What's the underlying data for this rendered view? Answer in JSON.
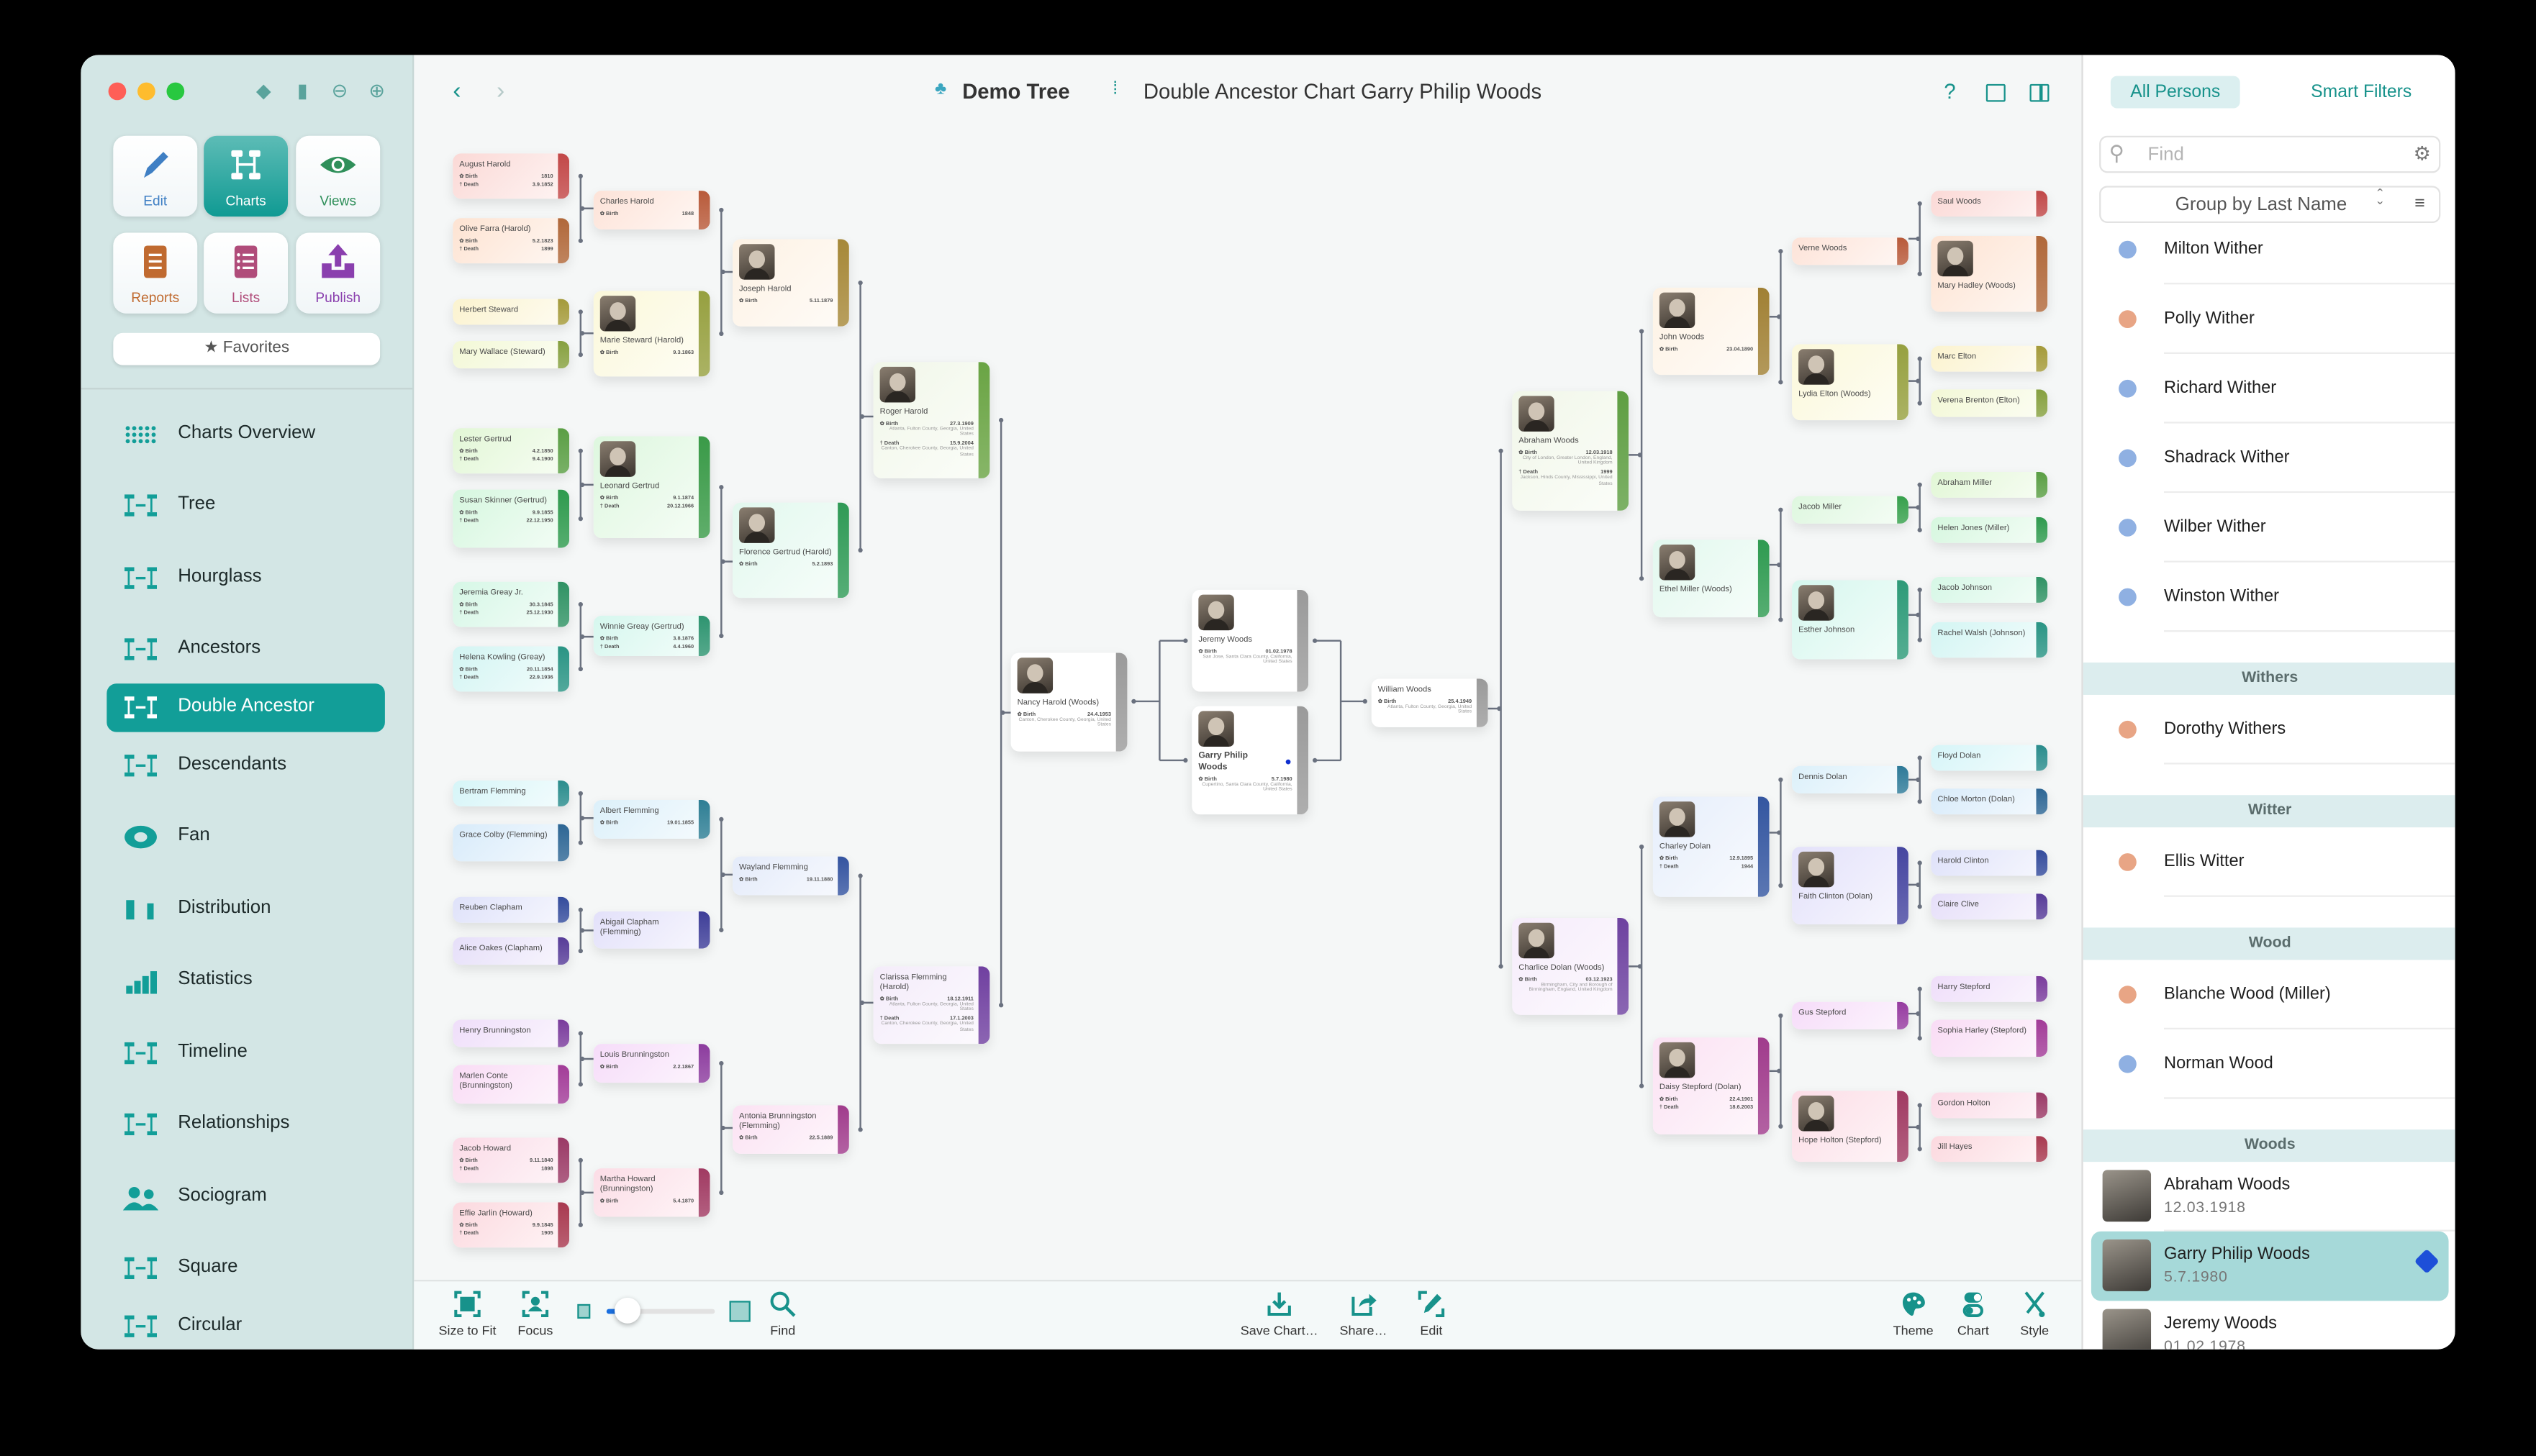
{
  "window": {
    "traffic_lights": [
      "#fe5f57",
      "#febc2e",
      "#28c840"
    ],
    "toolbar_icons": [
      "tag-icon",
      "bookmark-icon",
      "history-icon",
      "add-tree-icon"
    ]
  },
  "sidebar": {
    "buttons": [
      {
        "label": "Edit",
        "icon": "pencil-icon",
        "color": "#3f7fc4"
      },
      {
        "label": "Charts",
        "icon": "charts-icon",
        "color": "#ffffff"
      },
      {
        "label": "Views",
        "icon": "eye-icon",
        "color": "#2f8f5a"
      },
      {
        "label": "Reports",
        "icon": "report-icon",
        "color": "#c06a30"
      },
      {
        "label": "Lists",
        "icon": "list-icon",
        "color": "#b04c7a"
      },
      {
        "label": "Publish",
        "icon": "upload-icon",
        "color": "#8a3fae"
      }
    ],
    "favorites_label": "Favorites",
    "nav": [
      {
        "label": "Charts Overview",
        "icon": "grid-icon"
      },
      {
        "label": "Tree",
        "icon": "tree-icon"
      },
      {
        "label": "Hourglass",
        "icon": "hourglass-icon"
      },
      {
        "label": "Ancestors",
        "icon": "ancestors-icon"
      },
      {
        "label": "Double Ancestor",
        "icon": "double-ancestor-icon",
        "selected": true
      },
      {
        "label": "Descendants",
        "icon": "descendants-icon"
      },
      {
        "label": "Fan",
        "icon": "fan-icon"
      },
      {
        "label": "Distribution",
        "icon": "distribution-icon"
      },
      {
        "label": "Statistics",
        "icon": "statistics-icon"
      },
      {
        "label": "Timeline",
        "icon": "timeline-icon"
      },
      {
        "label": "Relationships",
        "icon": "relationships-icon"
      },
      {
        "label": "Sociogram",
        "icon": "sociogram-icon"
      },
      {
        "label": "Square",
        "icon": "square-icon"
      },
      {
        "label": "Circular",
        "icon": "circular-icon"
      }
    ],
    "accent": "#129e98"
  },
  "header": {
    "tree_name": "Demo Tree",
    "chart_title": "Double Ancestor Chart Garry Philip Woods",
    "help": "?"
  },
  "tree": {
    "labels": {
      "birth": "✿ Birth",
      "death": "† Death"
    },
    "people": [
      {
        "id": "ah",
        "name": "August Harold",
        "birth": "1810",
        "death": "3.9.1852",
        "color": "#c24848",
        "tint": "#fbd9d6"
      },
      {
        "id": "of",
        "name": "Olive Farra (Harold)",
        "birth": "5.2.1823",
        "death": "1899",
        "color": "#b0683a",
        "tint": "#fde3d2"
      },
      {
        "id": "hs",
        "name": "Herbert Steward",
        "color": "#a49a3a",
        "tint": "#fbf3cf"
      },
      {
        "id": "mw",
        "name": "Mary Wallace (Steward)",
        "color": "#86a040",
        "tint": "#f3f8d6"
      },
      {
        "id": "lg",
        "name": "Lester Gertrud",
        "birth": "4.2.1850",
        "death": "9.4.1900",
        "color": "#5a9e44",
        "tint": "#e2f7d6"
      },
      {
        "id": "ss",
        "name": "Susan Skinner (Gertrud)",
        "birth": "9.9.1855",
        "death": "22.12.1950",
        "color": "#2f9a4e",
        "tint": "#d6f7df"
      },
      {
        "id": "jg",
        "name": "Jeremia Greay Jr.",
        "birth": "30.3.1845",
        "death": "25.12.1930",
        "color": "#309264",
        "tint": "#d6f7e6"
      },
      {
        "id": "hk",
        "name": "Helena Kowling (Greay)",
        "birth": "20.11.1854",
        "death": "22.9.1936",
        "color": "#2a9484",
        "tint": "#d3f5f3"
      },
      {
        "id": "bf",
        "name": "Bertram Flemming",
        "color": "#2a8c8c",
        "tint": "#d6f5f8"
      },
      {
        "id": "gc",
        "name": "Grace Colby (Flemming)",
        "color": "#2e6694",
        "tint": "#d8ebfa"
      },
      {
        "id": "rc",
        "name": "Reuben Clapham",
        "color": "#344c9c",
        "tint": "#dfe2fa"
      },
      {
        "id": "ao",
        "name": "Alice Oakes (Clapham)",
        "color": "#573c98",
        "tint": "#e6dff9"
      },
      {
        "id": "hb",
        "name": "Henry Brunningston",
        "color": "#7a3c9c",
        "tint": "#efdefa"
      },
      {
        "id": "mc",
        "name": "Marlen Conte (Brunningston)",
        "color": "#a23c98",
        "tint": "#f9dcf5"
      },
      {
        "id": "jh",
        "name": "Jacob Howard",
        "birth": "9.11.1840",
        "death": "1898",
        "color": "#9a3a66",
        "tint": "#fbdbe7"
      },
      {
        "id": "ej",
        "name": "Effie Jarlin (Howard)",
        "birth": "9.9.1845",
        "death": "1905",
        "color": "#a83a50",
        "tint": "#fcd9df"
      },
      {
        "id": "ch",
        "name": "Charles Harold",
        "birth": "1848",
        "color": "#b85a3a",
        "tint": "#fde3d8"
      },
      {
        "id": "ms",
        "name": "Marie Steward (Harold)",
        "birth": "9.3.1863",
        "photo": true,
        "color": "#96a040",
        "tint": "#fbf8da"
      },
      {
        "id": "lgt",
        "name": "Leonard Gertrud",
        "birth": "9.1.1874",
        "death": "20.12.1966",
        "photo": true,
        "color": "#3a9a48",
        "tint": "#def7df"
      },
      {
        "id": "wg",
        "name": "Winnie Greay (Gertrud)",
        "birth": "3.8.1876",
        "death": "4.4.1960",
        "color": "#2e9470",
        "tint": "#d6f7ee"
      },
      {
        "id": "af",
        "name": "Albert Flemming",
        "birth": "19.01.1855",
        "color": "#2e7e94",
        "tint": "#dcf0fa"
      },
      {
        "id": "ac",
        "name": "Abigail Clapham (Flemming)",
        "color": "#3e3e98",
        "tint": "#e3e1fa"
      },
      {
        "id": "lb",
        "name": "Louis Brunningston",
        "birth": "2.2.1867",
        "color": "#8c3c9e",
        "tint": "#f6dcf9"
      },
      {
        "id": "mh",
        "name": "Martha Howard (Brunningston)",
        "birth": "5.4.1870",
        "color": "#a03a62",
        "tint": "#fcdde6"
      },
      {
        "id": "jo",
        "name": "Joseph Harold",
        "birth": "5.11.1879",
        "photo": true,
        "color": "#a68838",
        "tint": "#fdf2e4"
      },
      {
        "id": "fg",
        "name": "Florence Gertrud (Harold)",
        "birth": "5.2.1893",
        "photo": true,
        "color": "#2f9a56",
        "tint": "#e2f8ee"
      },
      {
        "id": "wf",
        "name": "Wayland Flemming",
        "birth": "19.11.1880",
        "color": "#3454a0",
        "tint": "#e4ebfa"
      },
      {
        "id": "ab",
        "name": "Antonia Brunningston (Flemming)",
        "birth": "22.5.1889",
        "color": "#a03c8c",
        "tint": "#fbe2f3"
      },
      {
        "id": "rh",
        "name": "Roger Harold",
        "birth": "27.3.1909",
        "birth_place": "Atlanta, Fulton County, Georgia, United States",
        "death": "15.9.2004",
        "death_place": "Canton, Cherokee County, Georgia, United States",
        "photo": true,
        "color": "#6aa444",
        "tint": "#f1f7e9"
      },
      {
        "id": "cf",
        "name": "Clarissa Flemming (Harold)",
        "birth": "18.12.1911",
        "birth_place": "Atlanta, Fulton County, Georgia, United States",
        "death": "17.1.2003",
        "death_place": "Canton, Cherokee County, Georgia, United States",
        "color": "#7040a0",
        "tint": "#f4ecfa"
      },
      {
        "id": "nh",
        "name": "Nancy Harold (Woods)",
        "birth": "24.4.1953",
        "birth_place": "Canton, Cherokee County, Georgia, United States",
        "photo": true,
        "color": "#9a9a9a",
        "tint": "#ffffff"
      },
      {
        "id": "jw",
        "name": "Jeremy Woods",
        "birth": "01.02.1978",
        "birth_place": "San Jose, Santa Clara County, California, United States",
        "photo": true,
        "color": "#9a9a9a",
        "tint": "#ffffff"
      },
      {
        "id": "gw",
        "name": "Garry Philip Woods",
        "birth": "5.7.1980",
        "birth_place": "Cupertino, Santa Clara County, California, United States",
        "photo": true,
        "root": true,
        "color": "#9a9a9a",
        "tint": "#ffffff"
      },
      {
        "id": "ww",
        "name": "William Woods",
        "birth": "25.4.1949",
        "birth_place": "Atlanta, Fulton County, Georgia, United States",
        "color": "#9a9a9a",
        "tint": "#ffffff"
      },
      {
        "id": "aw",
        "name": "Abraham Woods",
        "birth": "12.03.1918",
        "birth_place": "City of London, Greater London, England, United Kingdom",
        "death": "1999",
        "death_place": "Jackson, Hinds County, Mississippi, United States",
        "photo": true,
        "color": "#5e9e42",
        "tint": "#f1f7e9"
      },
      {
        "id": "cd",
        "name": "Charlice Dolan (Woods)",
        "birth": "03.12.1923",
        "birth_place": "Birmingham, City and Borough of Birmingham, England, United Kingdom",
        "photo": true,
        "color": "#6e42a0",
        "tint": "#f6ecfb"
      },
      {
        "id": "jnw",
        "name": "John Woods",
        "birth": "23.04.1890",
        "photo": true,
        "color": "#a08034",
        "tint": "#fdf2e4"
      },
      {
        "id": "em",
        "name": "Ethel Miller (Woods)",
        "photo": true,
        "color": "#2e9a50",
        "tint": "#e2f8ee"
      },
      {
        "id": "cy",
        "name": "Charley Dolan",
        "birth": "12.9.1895",
        "death": "1944",
        "photo": true,
        "color": "#3456a0",
        "tint": "#e6eefb"
      },
      {
        "id": "ds",
        "name": "Daisy Stepford (Dolan)",
        "birth": "22.4.1901",
        "death": "18.6.2003",
        "photo": true,
        "color": "#a03c8c",
        "tint": "#fbe2f3"
      },
      {
        "id": "vw",
        "name": "Verne Woods",
        "color": "#b85a3a",
        "tint": "#fde3d8"
      },
      {
        "id": "le",
        "name": "Lydia Elton (Woods)",
        "photo": true,
        "color": "#96a040",
        "tint": "#fbf8da"
      },
      {
        "id": "jm",
        "name": "Jacob Miller",
        "color": "#36a04c",
        "tint": "#def7df"
      },
      {
        "id": "ejn",
        "name": "Esther Johnson",
        "photo": true,
        "color": "#2e9a78",
        "tint": "#d6f7ee"
      },
      {
        "id": "dd",
        "name": "Dennis Dolan",
        "color": "#2e7a98",
        "tint": "#dcf0fa"
      },
      {
        "id": "fc",
        "name": "Faith Clinton (Dolan)",
        "photo": true,
        "color": "#4646a0",
        "tint": "#e3e1fa"
      },
      {
        "id": "gs",
        "name": "Gus Stepford",
        "color": "#963ca0",
        "tint": "#f6dcf9"
      },
      {
        "id": "hh",
        "name": "Hope Holton (Stepford)",
        "photo": true,
        "color": "#a03a62",
        "tint": "#fcdde6"
      },
      {
        "id": "sw",
        "name": "Saul Woods",
        "color": "#c04848",
        "tint": "#fbd9d6"
      },
      {
        "id": "mhw",
        "name": "Mary Hadley (Woods)",
        "photo": true,
        "color": "#b0683a",
        "tint": "#fde3d2"
      },
      {
        "id": "me",
        "name": "Marc Elton",
        "color": "#a49a3a",
        "tint": "#fbf3cf"
      },
      {
        "id": "vb",
        "name": "Verena Brenton (Elton)",
        "color": "#86a040",
        "tint": "#f3f8d6"
      },
      {
        "id": "am",
        "name": "Abraham Miller",
        "color": "#5a9e44",
        "tint": "#e2f7d6"
      },
      {
        "id": "hj",
        "name": "Helen Jones (Miller)",
        "color": "#2f9a4e",
        "tint": "#d6f7df"
      },
      {
        "id": "jj",
        "name": "Jacob Johnson",
        "color": "#309264",
        "tint": "#d6f7e6"
      },
      {
        "id": "rw",
        "name": "Rachel Walsh (Johnson)",
        "color": "#2a9484",
        "tint": "#d3f5f3"
      },
      {
        "id": "fd",
        "name": "Floyd Dolan",
        "color": "#2a8c8c",
        "tint": "#d6f5f8"
      },
      {
        "id": "cm",
        "name": "Chloe Morton (Dolan)",
        "color": "#2e6694",
        "tint": "#d8ebfa"
      },
      {
        "id": "hc",
        "name": "Harold Clinton",
        "color": "#344c9c",
        "tint": "#dfe2fa"
      },
      {
        "id": "cc",
        "name": "Claire Clive",
        "color": "#573c98",
        "tint": "#e6dff9"
      },
      {
        "id": "hst",
        "name": "Harry Stepford",
        "color": "#7a3c9c",
        "tint": "#efdefa"
      },
      {
        "id": "sh",
        "name": "Sophia Harley (Stepford)",
        "color": "#a23c98",
        "tint": "#f9dcf5"
      },
      {
        "id": "gh",
        "name": "Gordon Holton",
        "color": "#9a3a66",
        "tint": "#fbdbe7"
      },
      {
        "id": "jl",
        "name": "Jill Hayes",
        "color": "#a83a50",
        "tint": "#fcd9df"
      }
    ]
  },
  "bottom_toolbar": {
    "left": [
      {
        "label": "Size to Fit",
        "icon": "size-to-fit-icon"
      },
      {
        "label": "Focus",
        "icon": "focus-icon"
      },
      {
        "label": "Find",
        "icon": "search-icon"
      }
    ],
    "zoom_slider_value": 0.2,
    "right": [
      {
        "label": "Save Chart…",
        "icon": "download-icon"
      },
      {
        "label": "Share…",
        "icon": "share-icon"
      },
      {
        "label": "Edit",
        "icon": "edit-icon"
      },
      {
        "label": "Theme",
        "icon": "palette-icon"
      },
      {
        "label": "Chart",
        "icon": "toggle-icon"
      },
      {
        "label": "Style",
        "icon": "scissors-icon"
      }
    ]
  },
  "right_panel": {
    "tabs": [
      "All Persons",
      "Smart Filters"
    ],
    "search_placeholder": "Find",
    "group_by": "Group by Last Name",
    "groups": [
      {
        "header": null,
        "persons": [
          {
            "name": "Milton Wither",
            "gender": "male"
          },
          {
            "name": "Polly Wither",
            "gender": "female"
          },
          {
            "name": "Richard Wither",
            "gender": "male"
          },
          {
            "name": "Shadrack Wither",
            "gender": "male"
          },
          {
            "name": "Wilber Wither",
            "gender": "male"
          },
          {
            "name": "Winston Wither",
            "gender": "male"
          }
        ]
      },
      {
        "header": "Withers",
        "persons": [
          {
            "name": "Dorothy Withers",
            "gender": "female"
          }
        ]
      },
      {
        "header": "Witter",
        "persons": [
          {
            "name": "Ellis Witter",
            "gender": "female"
          }
        ]
      },
      {
        "header": "Wood",
        "persons": [
          {
            "name": "Blanche Wood (Miller)",
            "gender": "female"
          },
          {
            "name": "Norman Wood",
            "gender": "male"
          }
        ]
      },
      {
        "header": "Woods",
        "persons": [
          {
            "name": "Abraham Woods",
            "date": "12.03.1918",
            "photo": true
          },
          {
            "name": "Garry Philip Woods",
            "date": "5.7.1980",
            "photo": true,
            "selected": true,
            "tag": "bookmark-tag-icon"
          },
          {
            "name": "Jeremy Woods",
            "date": "01.02.1978",
            "photo": true
          }
        ]
      }
    ],
    "gender_colors": {
      "male": "#8fb0e2",
      "female": "#e8a585"
    }
  }
}
